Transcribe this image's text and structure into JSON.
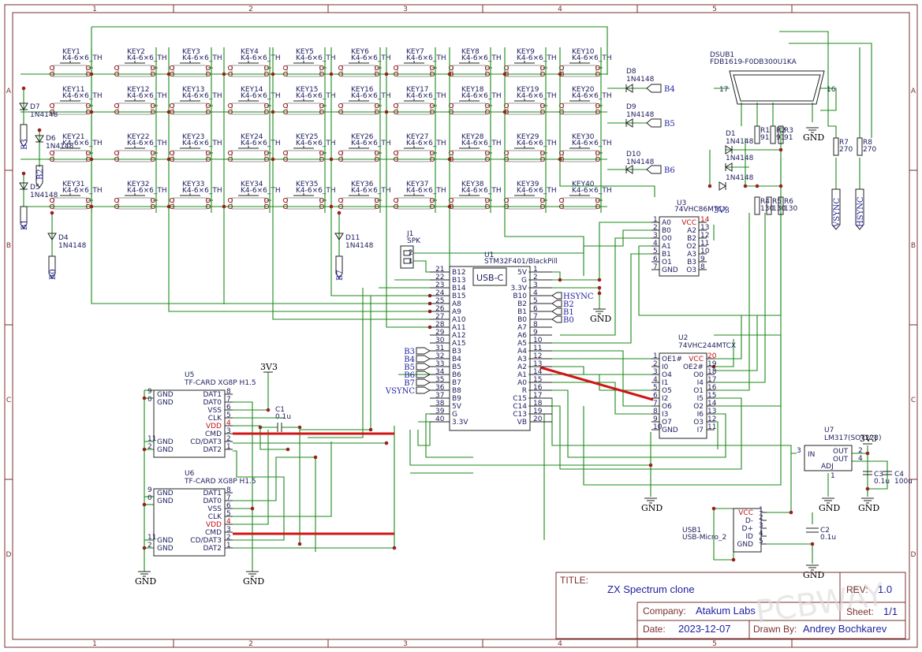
{
  "frame": {
    "col_numbers": [
      "1",
      "2",
      "3",
      "4",
      "5"
    ],
    "row_letters": [
      "A",
      "B",
      "C",
      "D"
    ]
  },
  "title_block": {
    "title_label": "TITLE:",
    "title": "ZX Spectrum clone",
    "rev_label": "REV:",
    "rev": "1.0",
    "company_label": "Company:",
    "company": "Atakum Labs",
    "sheet_label": "Sheet:",
    "sheet": "1/1",
    "date_label": "Date:",
    "date": "2023-12-07",
    "drawn_label": "Drawn By:",
    "drawn_by": "Andrey Bochkarev",
    "watermark": "PCBWAY"
  },
  "keyboard": {
    "footprint": "K4-6×6_TH",
    "keys": [
      "KEY1",
      "KEY2",
      "KEY3",
      "KEY4",
      "KEY5",
      "KEY6",
      "KEY7",
      "KEY8",
      "KEY9",
      "KEY10",
      "KEY11",
      "KEY12",
      "KEY13",
      "KEY14",
      "KEY15",
      "KEY16",
      "KEY17",
      "KEY18",
      "KEY19",
      "KEY20",
      "KEY21",
      "KEY22",
      "KEY23",
      "KEY24",
      "KEY25",
      "KEY26",
      "KEY27",
      "KEY28",
      "KEY29",
      "KEY30",
      "KEY31",
      "KEY32",
      "KEY33",
      "KEY34",
      "KEY35",
      "KEY36",
      "KEY37",
      "KEY38",
      "KEY39",
      "KEY40"
    ],
    "diodes": [
      {
        "ref": "D7",
        "part": "1N4148",
        "net": "B3"
      },
      {
        "ref": "D6",
        "part": "1N4148",
        "net": "B2"
      },
      {
        "ref": "D5",
        "part": "1N4148",
        "net": "B1"
      },
      {
        "ref": "D4",
        "part": "1N4148",
        "net": "B0"
      },
      {
        "ref": "D11",
        "part": "1N4148",
        "net": "B7"
      },
      {
        "ref": "D8",
        "part": "1N4148",
        "net": "B4"
      },
      {
        "ref": "D9",
        "part": "1N4148",
        "net": "B5"
      },
      {
        "ref": "D10",
        "part": "1N4148",
        "net": "B6"
      }
    ]
  },
  "u1": {
    "ref": "U1",
    "part": "STM32F401/BlackPill",
    "usb": "USB-C",
    "left_pins": [
      [
        "21",
        "B12"
      ],
      [
        "22",
        "B13"
      ],
      [
        "23",
        "B14"
      ],
      [
        "24",
        "B15"
      ],
      [
        "25",
        "A8"
      ],
      [
        "26",
        "A9"
      ],
      [
        "27",
        "A10"
      ],
      [
        "28",
        "A11"
      ],
      [
        "29",
        "A12"
      ],
      [
        "30",
        "A15"
      ],
      [
        "31",
        "B3"
      ],
      [
        "32",
        "B4"
      ],
      [
        "33",
        "B5"
      ],
      [
        "34",
        "B6"
      ],
      [
        "35",
        "B7"
      ],
      [
        "36",
        "B8"
      ],
      [
        "37",
        "B9"
      ],
      [
        "38",
        "5V"
      ],
      [
        "39",
        "G"
      ],
      [
        "40",
        "3.3V"
      ]
    ],
    "right_pins": [
      [
        "1",
        "5V"
      ],
      [
        "2",
        "G"
      ],
      [
        "3",
        "3.3V"
      ],
      [
        "4",
        "B10"
      ],
      [
        "5",
        "B2"
      ],
      [
        "6",
        "B1"
      ],
      [
        "7",
        "B0"
      ],
      [
        "8",
        "A7"
      ],
      [
        "9",
        "A6"
      ],
      [
        "10",
        "A5"
      ],
      [
        "11",
        "A4"
      ],
      [
        "12",
        "A3"
      ],
      [
        "13",
        "A2"
      ],
      [
        "14",
        "A1"
      ],
      [
        "15",
        "A0"
      ],
      [
        "16",
        "R"
      ],
      [
        "17",
        "C15"
      ],
      [
        "18",
        "C14"
      ],
      [
        "19",
        "C13"
      ],
      [
        "20",
        "VB"
      ]
    ],
    "left_nets": [
      "B3",
      "B4",
      "B5",
      "B6",
      "B7",
      "VSYNC"
    ],
    "right_nets": [
      "HSYNC",
      "B2",
      "B1",
      "B0"
    ]
  },
  "u3": {
    "ref": "U3",
    "part": "74VHC86MTCX",
    "left": [
      [
        "1",
        "A0"
      ],
      [
        "2",
        "B0"
      ],
      [
        "3",
        "O0"
      ],
      [
        "4",
        "A1"
      ],
      [
        "5",
        "B1"
      ],
      [
        "6",
        "O1"
      ],
      [
        "7",
        "GND"
      ]
    ],
    "right": [
      [
        "14",
        "VCC"
      ],
      [
        "13",
        "A2"
      ],
      [
        "12",
        "B2"
      ],
      [
        "11",
        "O2"
      ],
      [
        "10",
        "A3"
      ],
      [
        "9",
        "B3"
      ],
      [
        "8",
        "O3"
      ]
    ],
    "net": "3V3"
  },
  "u2": {
    "ref": "U2",
    "part": "74VHC244MTCX",
    "left": [
      [
        "1",
        "OE1#"
      ],
      [
        "2",
        "I0"
      ],
      [
        "3",
        "O4"
      ],
      [
        "4",
        "I1"
      ],
      [
        "5",
        "O5"
      ],
      [
        "6",
        "I2"
      ],
      [
        "7",
        "O6"
      ],
      [
        "8",
        "I3"
      ],
      [
        "9",
        "O7"
      ],
      [
        "10",
        "GND"
      ]
    ],
    "right": [
      [
        "20",
        "VCC"
      ],
      [
        "19",
        "OE2#"
      ],
      [
        "18",
        "O0"
      ],
      [
        "17",
        "I4"
      ],
      [
        "16",
        "O1"
      ],
      [
        "15",
        "I5"
      ],
      [
        "14",
        "O2"
      ],
      [
        "13",
        "I6"
      ],
      [
        "12",
        "O3"
      ],
      [
        "11",
        "I7"
      ]
    ]
  },
  "tf": [
    {
      "ref": "U5",
      "part": "TF-CARD XG8P H1.5"
    },
    {
      "ref": "U6",
      "part": "TF-CARD XG8P H1.5"
    }
  ],
  "tf_pins": {
    "left": [
      [
        "9",
        "GND"
      ],
      [
        "0",
        "GND"
      ],
      [
        "11",
        "GND"
      ],
      [
        "2",
        "GND"
      ]
    ],
    "right": [
      [
        "8",
        "DAT1"
      ],
      [
        "7",
        "DAT0"
      ],
      [
        "6",
        "VSS"
      ],
      [
        "5",
        "CLK"
      ],
      [
        "4",
        "VDD"
      ],
      [
        "3",
        "CMD"
      ],
      [
        "2",
        "CD/DAT3"
      ],
      [
        "1",
        "DAT2"
      ]
    ]
  },
  "dsub": {
    "ref": "DSUB1",
    "part": "FDB1619-F0DB300U1KA",
    "pins": [
      "17",
      "16"
    ]
  },
  "resistors": [
    {
      "ref": "R1",
      "value": "91"
    },
    {
      "ref": "R2",
      "value": "91"
    },
    {
      "ref": "R3",
      "value": "91"
    },
    {
      "ref": "R4",
      "value": "130"
    },
    {
      "ref": "R5",
      "value": "130"
    },
    {
      "ref": "R6",
      "value": "130"
    },
    {
      "ref": "R7",
      "value": "270"
    },
    {
      "ref": "R8",
      "value": "270"
    }
  ],
  "d1": {
    "ref": "D1",
    "part": "1N4148",
    "ref2": "1N4148"
  },
  "sync_nets": [
    "VSYNC",
    "HSYNC"
  ],
  "j1": {
    "ref": "J1",
    "part": "SPK",
    "pins": [
      "2",
      "1"
    ]
  },
  "c1": {
    "ref": "C1",
    "value": "0.1u"
  },
  "c2": {
    "ref": "C2",
    "value": "0.1u"
  },
  "c3": {
    "ref": "C3",
    "value": "0.1u"
  },
  "c4": {
    "ref": "C4",
    "value": "100u"
  },
  "u7": {
    "ref": "U7",
    "part": "LM317(SOT223)",
    "in": "IN",
    "out1": "OUT",
    "out2": "OUT",
    "adj": "ADJ",
    "pin_in": "3",
    "pin_out": "2",
    "pin_out2": "4",
    "pin_adj": "1"
  },
  "usb1": {
    "ref": "USB1",
    "part": "USB-Micro_2",
    "pins": [
      [
        "1",
        "VCC"
      ],
      [
        "2",
        "D-"
      ],
      [
        "3",
        "D+"
      ],
      [
        "4",
        "ID"
      ],
      [
        "5",
        "GND"
      ]
    ]
  },
  "power": {
    "v33": "3V3",
    "gnd": "GND"
  }
}
